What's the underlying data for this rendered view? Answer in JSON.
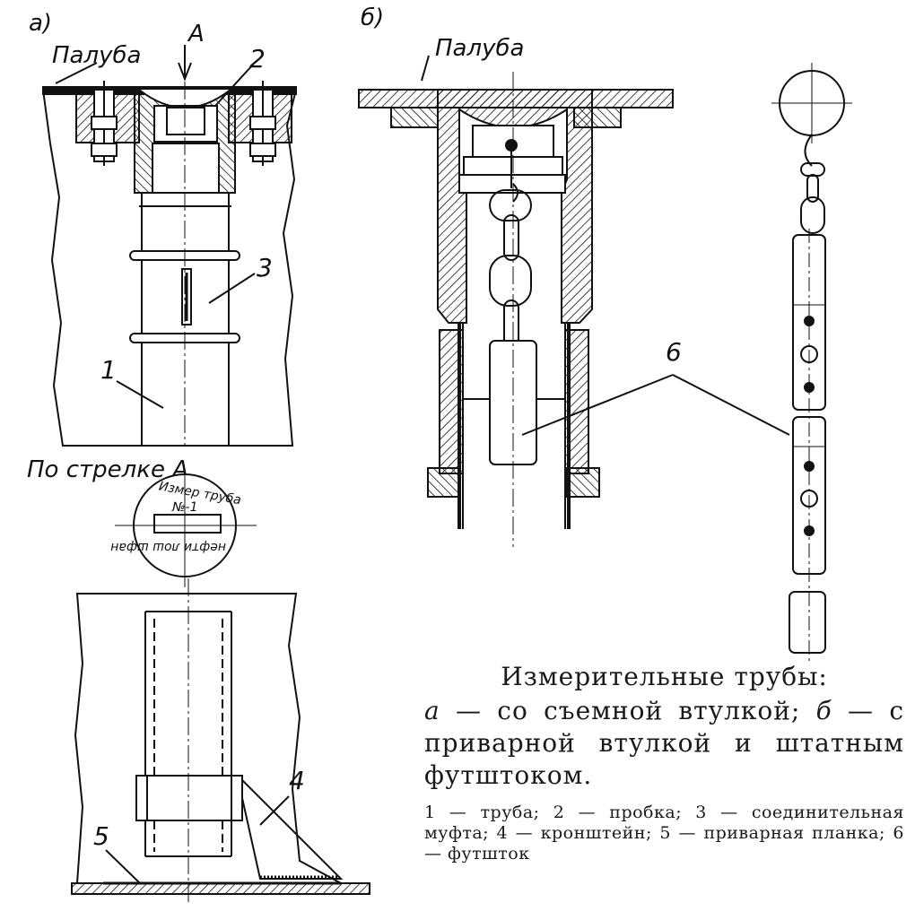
{
  "figure_a": {
    "letter": "а)",
    "deck_label": "Палуба",
    "arrow_label": "А",
    "view_label": "По стрелке А",
    "numbers": [
      "1",
      "2",
      "3",
      "4",
      "5"
    ],
    "plug_stamp": {
      "top_text": "Измер труба",
      "number": "№-1",
      "bottom_text": "нефти лош шфан"
    }
  },
  "figure_b": {
    "letter": "б)",
    "deck_label": "Палуба",
    "number": "6"
  },
  "caption": {
    "title": "Измерительные трубы:",
    "line1_letter_a": "а",
    "line1_text": " — со съемной втулкой; ",
    "line1_letter_b": "б",
    "line1_rest": " — с приварной втулкой и штатным футштоком.",
    "legend": "1 — труба; 2 — пробка; 3 — соединительная муфта; 4 — кронштейн; 5 — приварная планка; 6 — футшток"
  }
}
